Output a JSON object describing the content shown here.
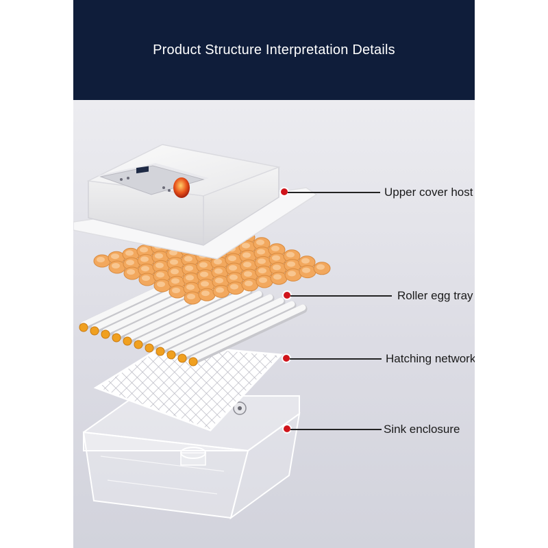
{
  "banner": {
    "title": "Product Structure Interpretation Details"
  },
  "components": [
    {
      "id": "upper-cover",
      "label": "Upper cover host"
    },
    {
      "id": "roller-tray",
      "label": "Roller egg tray"
    },
    {
      "id": "hatching-net",
      "label": "Hatching network"
    },
    {
      "id": "sink",
      "label": "Sink enclosure"
    }
  ],
  "colors": {
    "banner_bg": "#0f1d3a",
    "callout_dot": "#d0141b",
    "egg_cup": "#f2a85e",
    "roller": "#f4f4f4",
    "gear": "#f0a020"
  }
}
